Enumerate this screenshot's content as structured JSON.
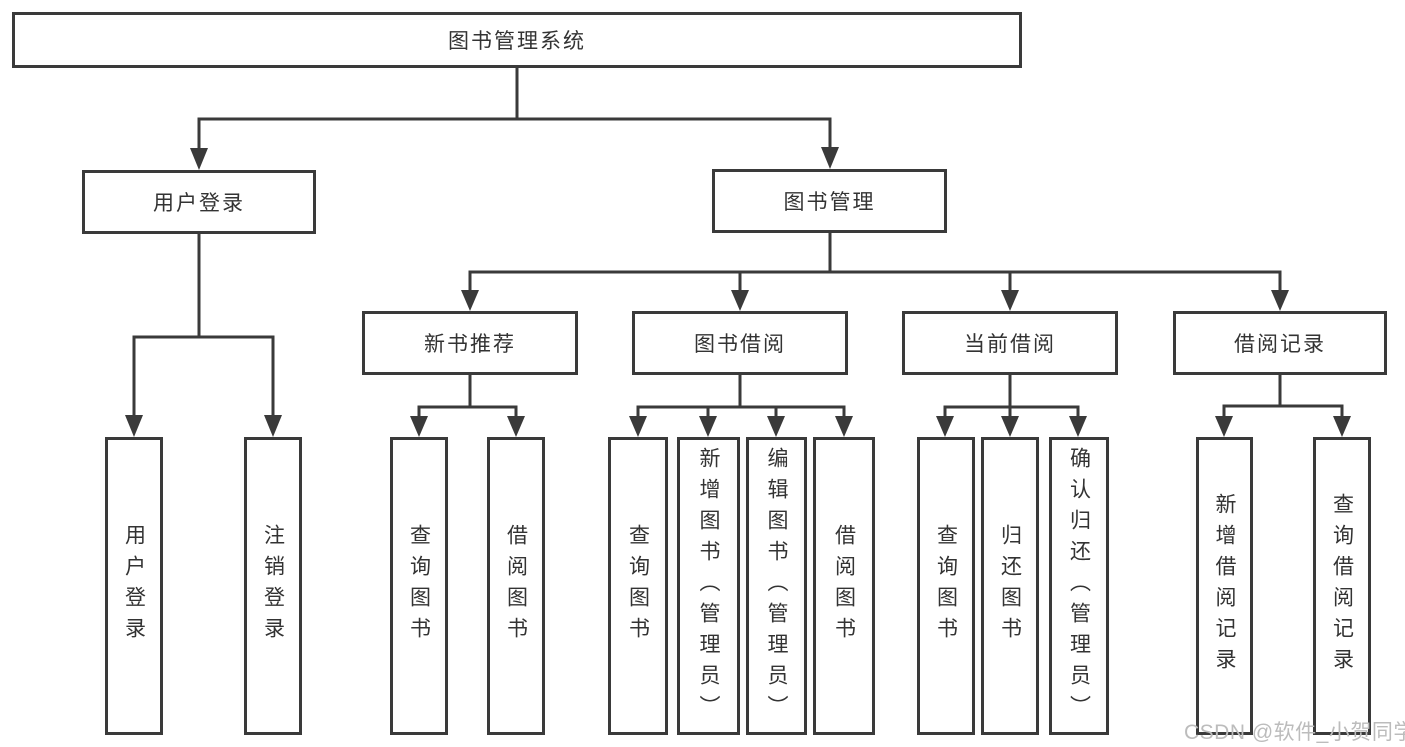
{
  "tree": {
    "label": "图书管理系统",
    "children": [
      {
        "label": "用户登录",
        "children": [
          {
            "label": "用户登录"
          },
          {
            "label": "注销登录"
          }
        ]
      },
      {
        "label": "图书管理",
        "children": [
          {
            "label": "新书推荐",
            "children": [
              {
                "label": "查询图书"
              },
              {
                "label": "借阅图书"
              }
            ]
          },
          {
            "label": "图书借阅",
            "children": [
              {
                "label": "查询图书"
              },
              {
                "label": "新增图书（管理员）"
              },
              {
                "label": "编辑图书（管理员）"
              },
              {
                "label": "借阅图书"
              }
            ]
          },
          {
            "label": "当前借阅",
            "children": [
              {
                "label": "查询图书"
              },
              {
                "label": "归还图书"
              },
              {
                "label": "确认归还（管理员）"
              }
            ]
          },
          {
            "label": "借阅记录",
            "children": [
              {
                "label": "新增借阅记录"
              },
              {
                "label": "查询借阅记录"
              }
            ]
          }
        ]
      }
    ]
  },
  "watermark": {
    "text": "CSDN @软件_小贺同学"
  },
  "colors": {
    "line": "#3a3a3a",
    "box_border": "#3a3a3a",
    "text": "#333333",
    "watermark": "#bcbcbc",
    "background": "#ffffff"
  }
}
